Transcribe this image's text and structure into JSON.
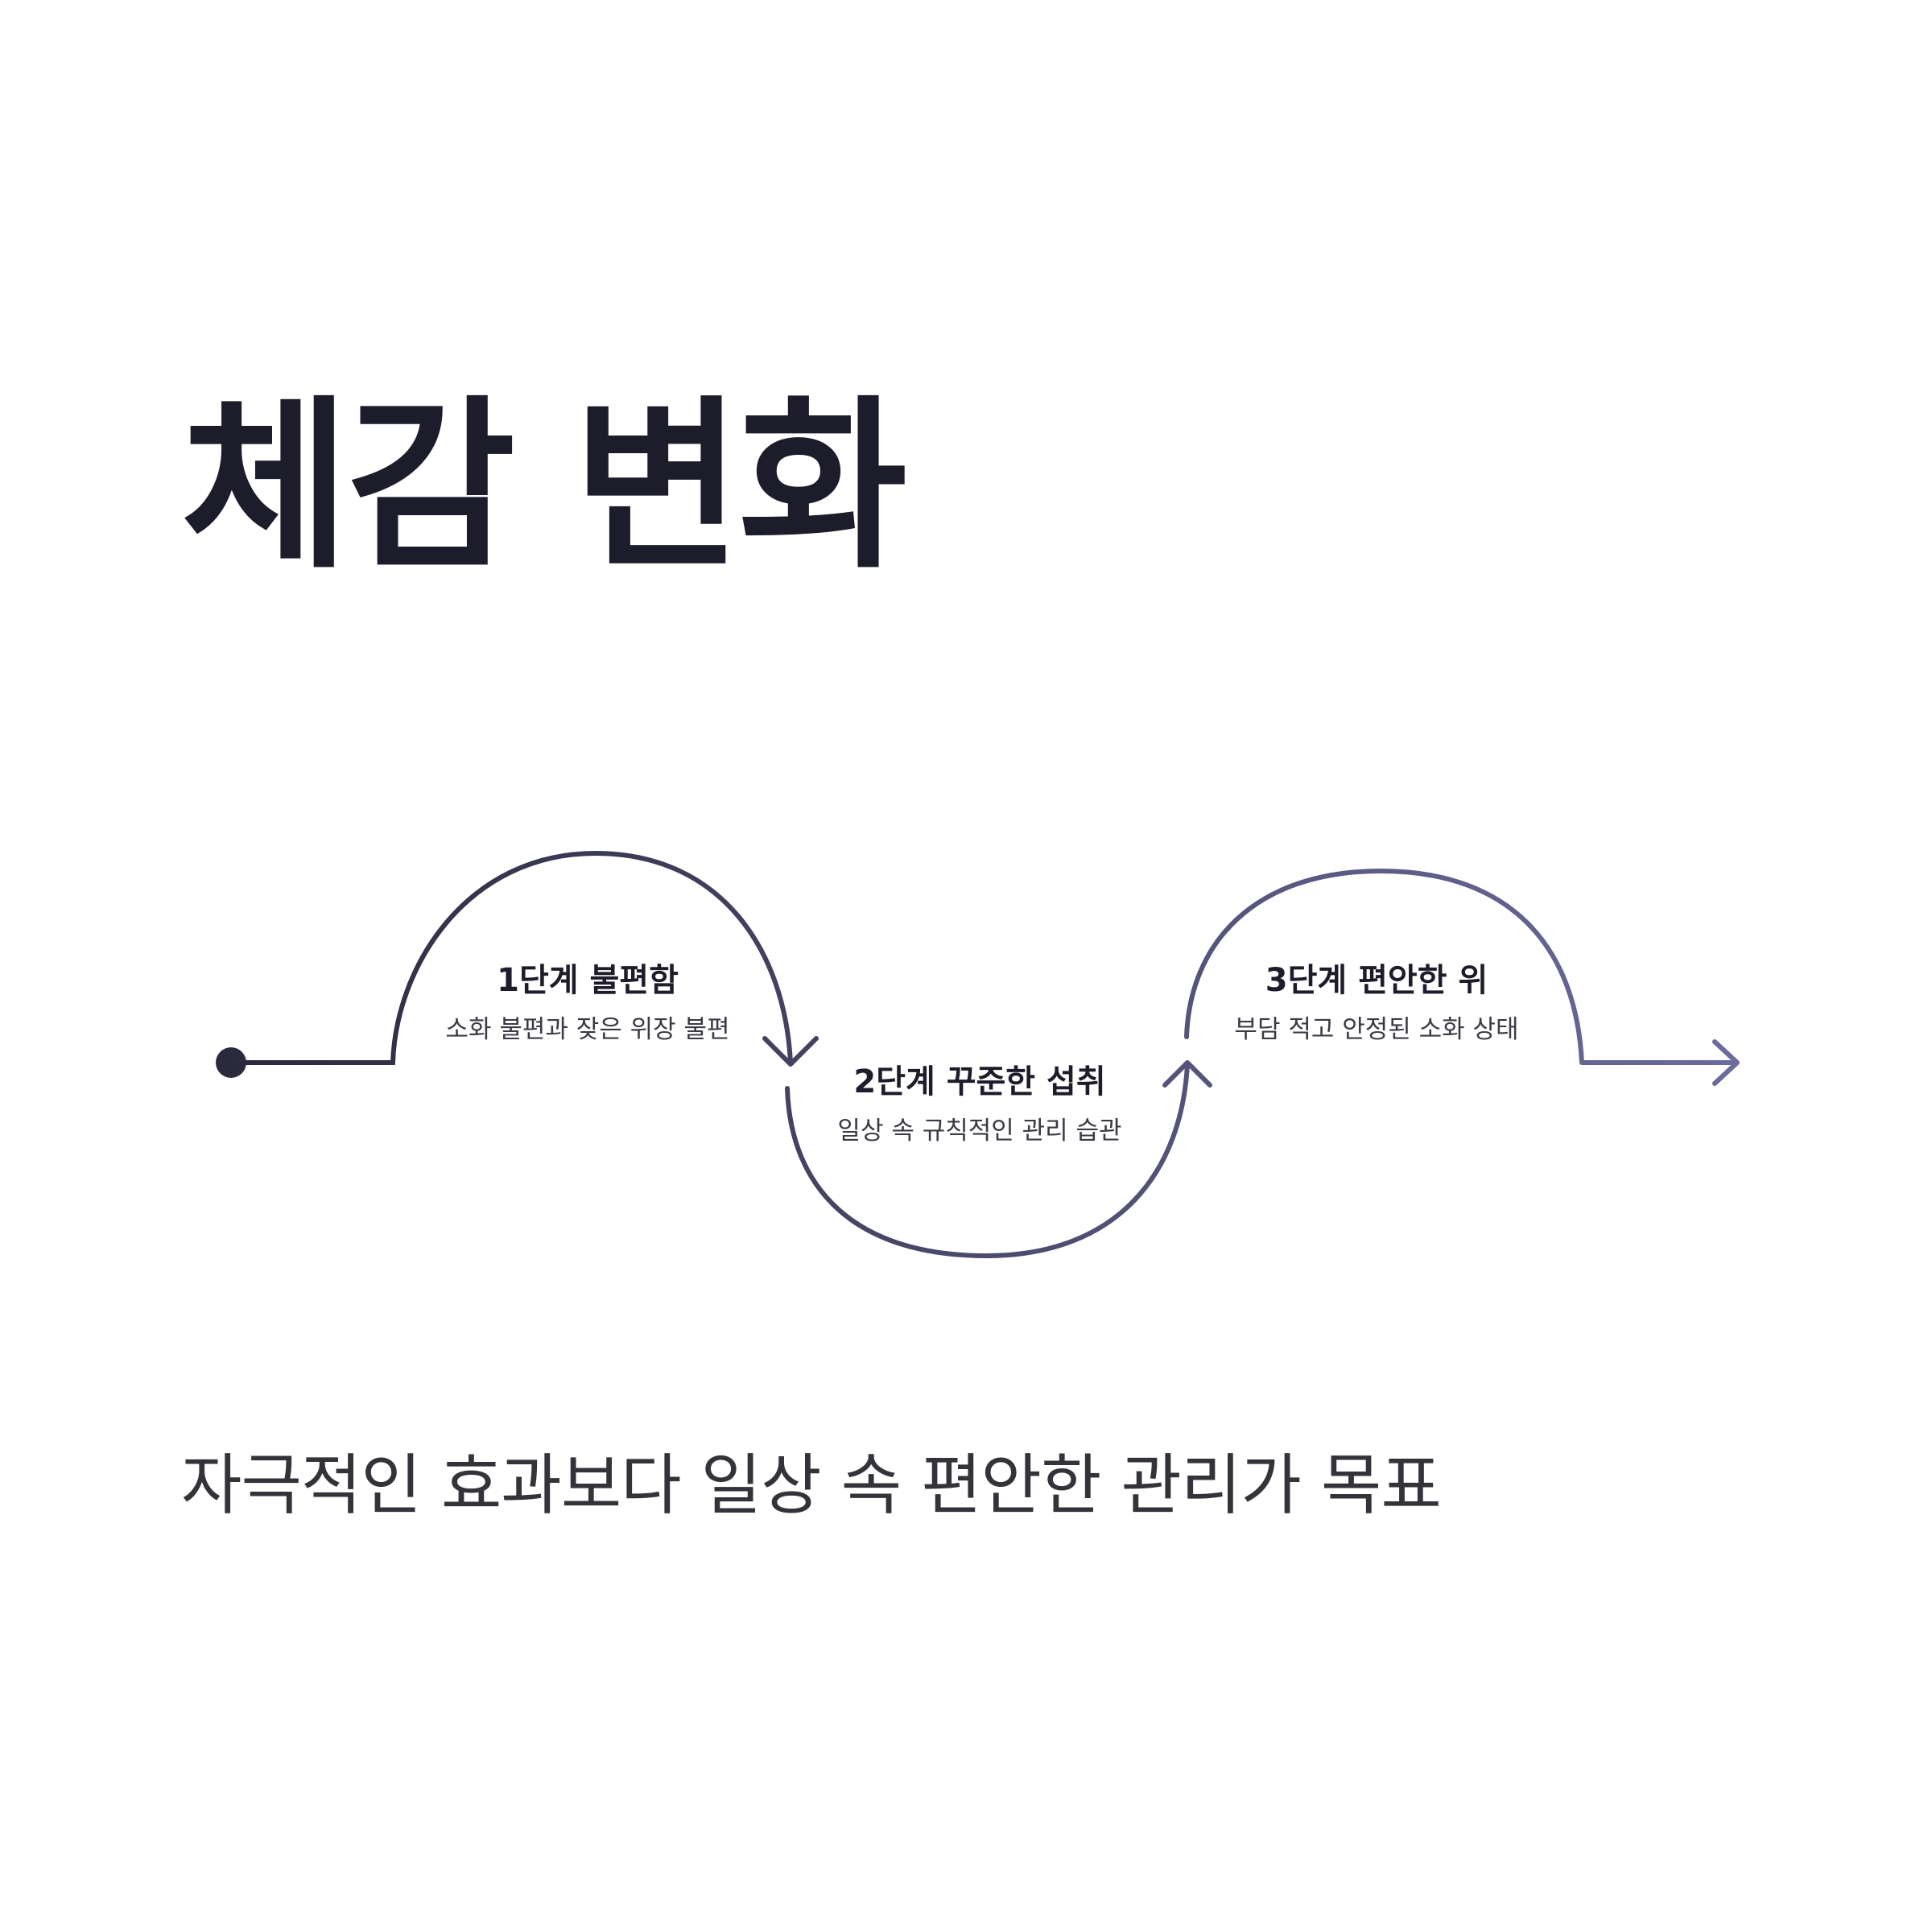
{
  "title": "체감 변화",
  "stages": [
    {
      "title": "1단계 불편함",
      "desc": "소화 불편과 잦은 위장 불편"
    },
    {
      "title": "2단계 꾸준한 섭취",
      "desc": "일상 속 규칙적인 관리 습관"
    },
    {
      "title": "3단계 편안한 위",
      "desc": "부담 적고 안정된 소화 상태"
    }
  ],
  "subtitle": "자극적인 효과보다 일상 속 편안한 관리가 목표",
  "colors": {
    "text_dark": "#1d1c2b",
    "path_start": "#2b2a3d",
    "path_end": "#6b6b9c"
  }
}
